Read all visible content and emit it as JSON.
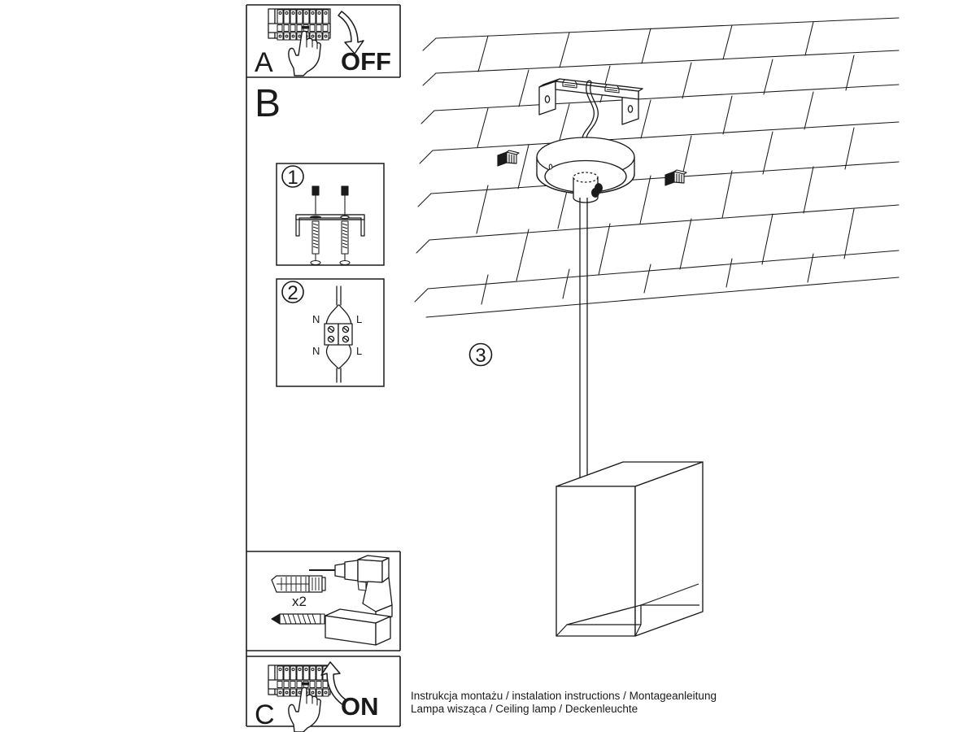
{
  "document": {
    "kind": "assembly-instruction-sheet",
    "product": "Ceiling lamp / pendant lamp",
    "background_color": "#ffffff",
    "line_color": "#1a1a1a"
  },
  "panels": {
    "power_off": {
      "letter": "A",
      "action_label": "OFF",
      "icon": "electrical-panel-breaker-hand",
      "arrow": "arrow-down-curved"
    },
    "main_section": {
      "letter": "B"
    },
    "step_one": {
      "number": "1",
      "icon": "mounting-bracket-with-screws"
    },
    "step_two": {
      "number": "2",
      "icon": "terminal-block-wiring",
      "terminal_labels": {
        "top_left": "N",
        "top_right": "L",
        "bottom_left": "N",
        "bottom_right": "L"
      }
    },
    "step_three": {
      "number": "3"
    },
    "hardware": {
      "quantity_label": "x2",
      "icons": [
        "wall-plug-anchor",
        "wood-screw",
        "power-drill"
      ]
    },
    "power_on": {
      "letter": "C",
      "action_label": "ON",
      "icon": "electrical-panel-breaker-hand",
      "arrow": "arrow-up-curved"
    }
  },
  "caption": {
    "line1": "Instrukcja montażu / instalation instructions / Montageanleitung",
    "line2": "Lampa wisząca / Ceiling lamp / Deckenleuchte"
  },
  "illustration": {
    "ceiling": "brick-tile-ceiling-perspective",
    "parts": [
      "mounting-bracket",
      "supply-cable",
      "round-canopy",
      "suspension-rod",
      "cube-shade",
      "fixing-screw-left",
      "fixing-screw-right"
    ]
  }
}
